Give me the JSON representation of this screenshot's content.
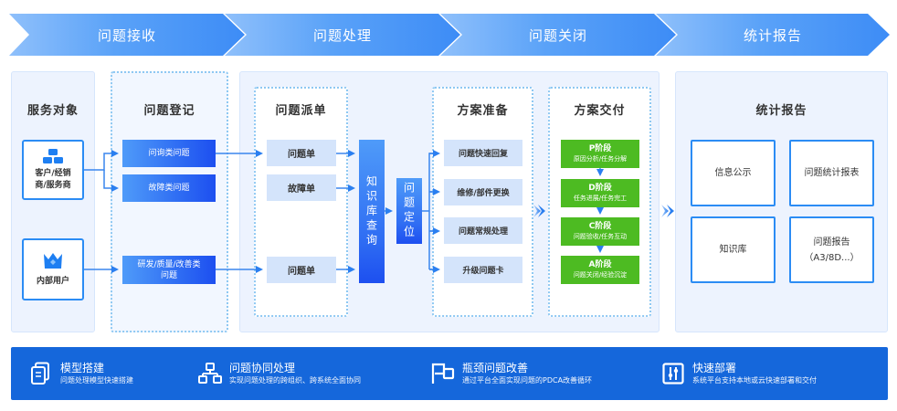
{
  "header": {
    "stages": [
      {
        "label": "问题接收"
      },
      {
        "label": "问题处理"
      },
      {
        "label": "问题关闭"
      },
      {
        "label": "统计报告"
      }
    ]
  },
  "service_objects": {
    "title": "服务对象",
    "users": [
      {
        "icon": "users-group-icon",
        "label_line1": "客户/经销",
        "label_line2": "商/服务商"
      },
      {
        "icon": "crown-icon",
        "label_line1": "内部用户",
        "label_line2": ""
      }
    ]
  },
  "registration": {
    "title": "问题登记",
    "items": [
      {
        "label": "问询类问题"
      },
      {
        "label": "故障类问题"
      },
      {
        "label_line1": "研发/质量/改善类",
        "label_line2": "问题"
      }
    ]
  },
  "dispatch": {
    "title": "问题派单",
    "items": [
      {
        "label": "问题单"
      },
      {
        "label": "故障单"
      },
      {
        "label": "问题单"
      }
    ]
  },
  "knowledge_query": {
    "label": "知识库查询"
  },
  "problem_locate": {
    "label": "问题定位"
  },
  "solution_prep": {
    "title": "方案准备",
    "items": [
      {
        "label": "问题快速回复"
      },
      {
        "label": "维修/部件更换"
      },
      {
        "label": "问题常规处理"
      },
      {
        "label": "升级问题卡"
      }
    ]
  },
  "solution_delivery": {
    "title": "方案交付",
    "stages": [
      {
        "title": "P阶段",
        "subtitle": "原因分析/任务分解"
      },
      {
        "title": "D阶段",
        "subtitle": "任务进展/任务完工"
      },
      {
        "title": "C阶段",
        "subtitle": "问题验收/任务互动"
      },
      {
        "title": "A阶段",
        "subtitle": "问题关闭/经验沉淀"
      }
    ]
  },
  "statistics": {
    "title": "统计报告",
    "cards": [
      {
        "line1": "信息公示",
        "line2": ""
      },
      {
        "line1": "问题统计报表",
        "line2": ""
      },
      {
        "line1": "知识库",
        "line2": ""
      },
      {
        "line1": "问题报告",
        "line2": "（A3/8D...）"
      }
    ]
  },
  "footer": {
    "features": [
      {
        "icon": "document-icon",
        "title": "模型搭建",
        "subtitle": "问题处理模型快速搭建"
      },
      {
        "icon": "org-chart-icon",
        "title": "问题协同处理",
        "subtitle": "实现问题处理的跨组织、跨系统全面协同"
      },
      {
        "icon": "flag-icon",
        "title": "瓶颈问题改善",
        "subtitle": "通过平台全面实现问题的PDCA改善循环"
      },
      {
        "icon": "deploy-icon",
        "title": "快速部署",
        "subtitle": "系统平台支持本地或云快速部署和交付"
      }
    ]
  },
  "colors": {
    "primary_blue": "#1567db",
    "accent_blue": "#2b8cf4",
    "green": "#4dbb22",
    "panel_bg": "#edf3fe"
  }
}
